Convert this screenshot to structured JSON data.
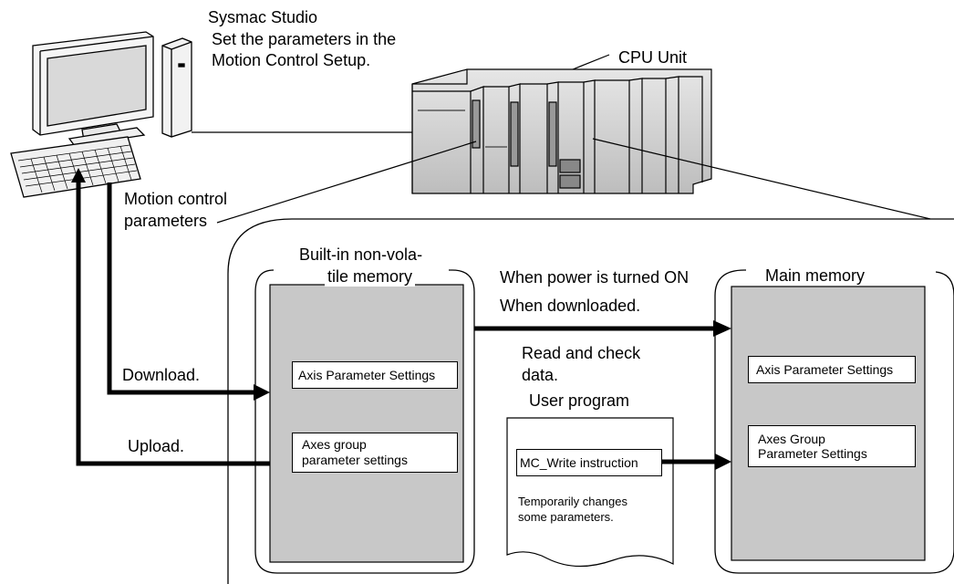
{
  "sysmac": {
    "name": "Sysmac Studio",
    "note_line1": "Set the parameters in the",
    "note_line2": "Motion Control Setup."
  },
  "cpu_unit": "CPU Unit",
  "motion_params": {
    "line1": "Motion control",
    "line2": "parameters"
  },
  "nonvolatile": {
    "title_line1": "Built-in non-vola-",
    "title_line2": "tile memory",
    "axis_box": "Axis Parameter Settings",
    "group_box_line1": "Axes group",
    "group_box_line2": "parameter settings"
  },
  "main_memory": {
    "title": "Main memory",
    "axis_box": "Axis Parameter Settings",
    "group_box_line1": "Axes Group",
    "group_box_line2": "Parameter Settings"
  },
  "transfer": {
    "power_on": "When power is turned ON",
    "downloaded": "When downloaded.",
    "read_check_line1": "Read and check",
    "read_check_line2": "data."
  },
  "user_program": {
    "title": "User program",
    "instruction": "MC_Write instruction",
    "note_line1": "Temporarily changes",
    "note_line2": "some parameters."
  },
  "arrows": {
    "download": "Download.",
    "upload": "Upload."
  }
}
